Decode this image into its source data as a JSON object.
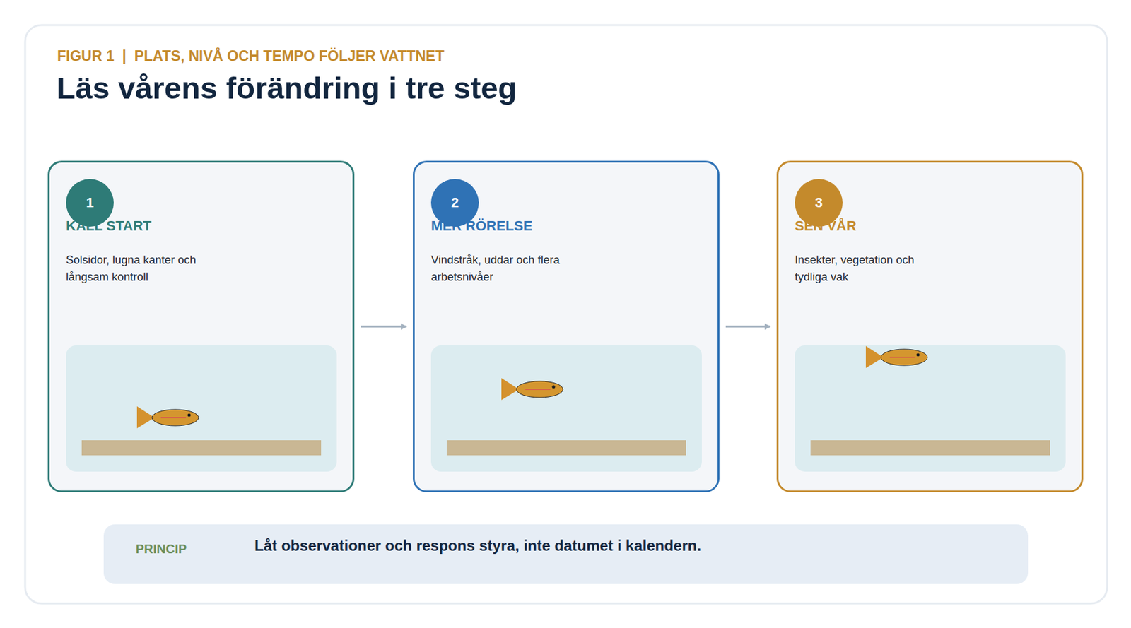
{
  "diagram": {
    "title": "Läs vårens förändring i tre steg",
    "nodes": [
      {
        "text": [
          "KALL START",
          "Solsidor, lugna kanter och långsam kontroll"
        ]
      },
      {
        "text": [
          "1"
        ],
        "in": 0
      },
      {
        "text": [
          "MER RÖRELSE",
          "Vindstråk, uddar och flera arbetsnivåer"
        ]
      },
      {
        "text": [
          "2"
        ],
        "in": 2
      },
      {
        "text": [
          "SEN VÅR",
          "Insekter, vegetation och tydliga vak"
        ]
      },
      {
        "text": [
          "3"
        ],
        "in": 4
      },
      {
        "text": [
          "PRINCIP",
          "Låt observationer och respons styra, inte datumet i kalendern."
        ]
      }
    ],
    "edges": [
      {
        "from": 0,
        "to": 2,
        "arrow": "to"
      },
      {
        "from": 2,
        "to": 4,
        "arrow": "to"
      }
    ],
    "labels": [
      "FIGUR 1  |  PLATS, NIVÅ OCH TEMPO FÖLJER VATTNET"
    ]
  }
}
